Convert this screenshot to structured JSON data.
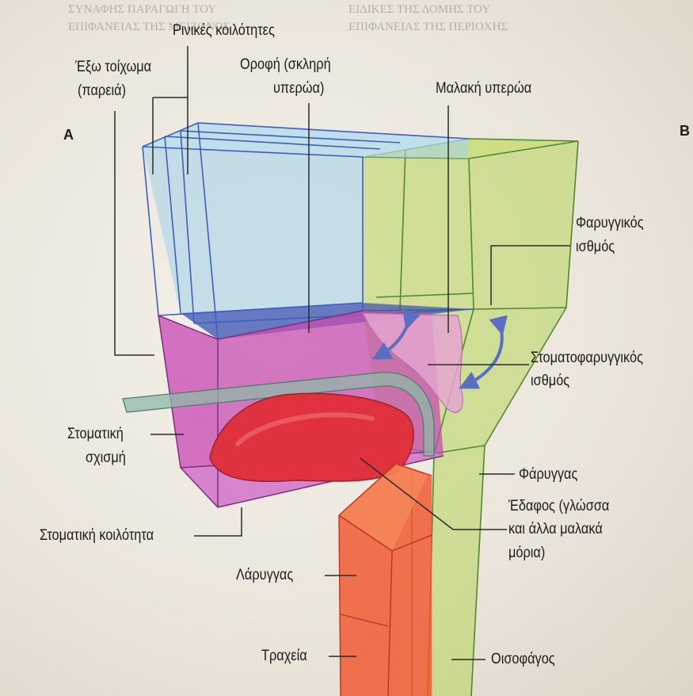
{
  "panels": {
    "left": "A",
    "right": "B"
  },
  "labels": {
    "nasal_cavities": "Ρινικές κοιλότητες",
    "lateral_wall_line1": "Έξω τοίχωμα",
    "lateral_wall_line2": "(παρειά)",
    "roof_line1": "Οροφή (σκληρή",
    "roof_line2": "υπερώα)",
    "soft_palate": "Μαλακή υπερώα",
    "pharyngeal_isthmus_line1": "Φαρυγγικός",
    "pharyngeal_isthmus_line2": "ισθμός",
    "oropharyngeal_isthmus_line1": "Στοματοφαρυγγικός",
    "oropharyngeal_isthmus_line2": "ισθμός",
    "oral_fissure_line1": "Στοματική",
    "oral_fissure_line2": "σχισμή",
    "pharynx": "Φάρυγγας",
    "floor_line1": "Έδαφος (γλώσσα",
    "floor_line2": "και άλλα μαλακά",
    "floor_line3": "μόρια)",
    "oral_cavity": "Στοματική κοιλότητα",
    "larynx": "Λάρυγγας",
    "trachea": "Τραχεία",
    "esophagus": "Οισοφάγος"
  },
  "colors": {
    "nasal": "#a9d4e6",
    "nasal_edge": "#3d5fc0",
    "oral": "#c548b0",
    "oral_edge": "#7a2f80",
    "pharynx": "#b7d35a",
    "pharynx_edge": "#4f8a2e",
    "larynx": "#f0552e",
    "tongue": "#e0323e",
    "arrow": "#5a6fc4"
  }
}
